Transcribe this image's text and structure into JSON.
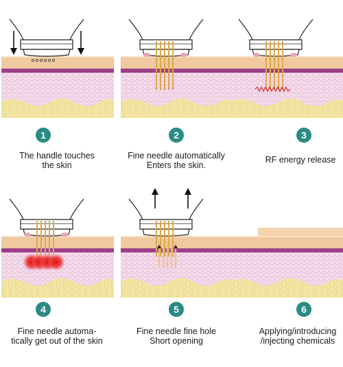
{
  "colors": {
    "badge": "#2a8a84",
    "epidermis": "#f0c9a0",
    "dermis": "#f5dceb",
    "dermis_line": "#c98fb8",
    "basal": "#9c3f8a",
    "fat": "#f3e6a6",
    "needle": "#d9a84a",
    "rf": "#d23030"
  },
  "steps": [
    {
      "number": "1",
      "caption_line1": "The handle touches",
      "caption_line2": "the skin"
    },
    {
      "number": "2",
      "caption_line1": "Fine needle automatically",
      "caption_line2": "Enters the skin."
    },
    {
      "number": "3",
      "caption_line1": "RF energy release",
      "caption_line2": ""
    },
    {
      "number": "4",
      "caption_line1": "Fine needle automa-",
      "caption_line2": "tically get out of the skin"
    },
    {
      "number": "5",
      "caption_line1": "Fine needle fine hole",
      "caption_line2": "Short opening"
    },
    {
      "number": "6",
      "caption_line1": "Applying/introducing",
      "caption_line2": "/injecting chemicals"
    }
  ]
}
